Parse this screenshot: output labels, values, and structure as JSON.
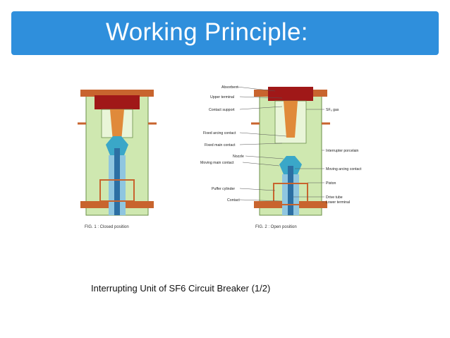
{
  "slide": {
    "title": "Working Principle:",
    "caption": "Interrupting Unit of SF6 Circuit Breaker  (1/2)"
  },
  "figure": {
    "fig1_caption": "FIG. 1 : Closed position",
    "fig2_caption": "FIG. 2 : Open position",
    "labels_left": [
      "Absorbent",
      "Upper terminal",
      "Contact support",
      "Fixed arcing contact",
      "Fixed main contact",
      "Nozzle",
      "Moving main contact",
      "Puffer cylinder",
      "Contact"
    ],
    "labels_right": [
      "SF₆ gas",
      "Interrupter porcelain",
      "Moving arcing contact",
      "Piston",
      "Drive tube",
      "Lower terminal"
    ]
  },
  "colors": {
    "title_bar": "#2f8fdc",
    "porcelain": "#cfe8b0",
    "flange": "#c8642e",
    "absorbent": "#a01818",
    "contact": "#e08a3a",
    "nozzle": "#3aa7c8"
  }
}
